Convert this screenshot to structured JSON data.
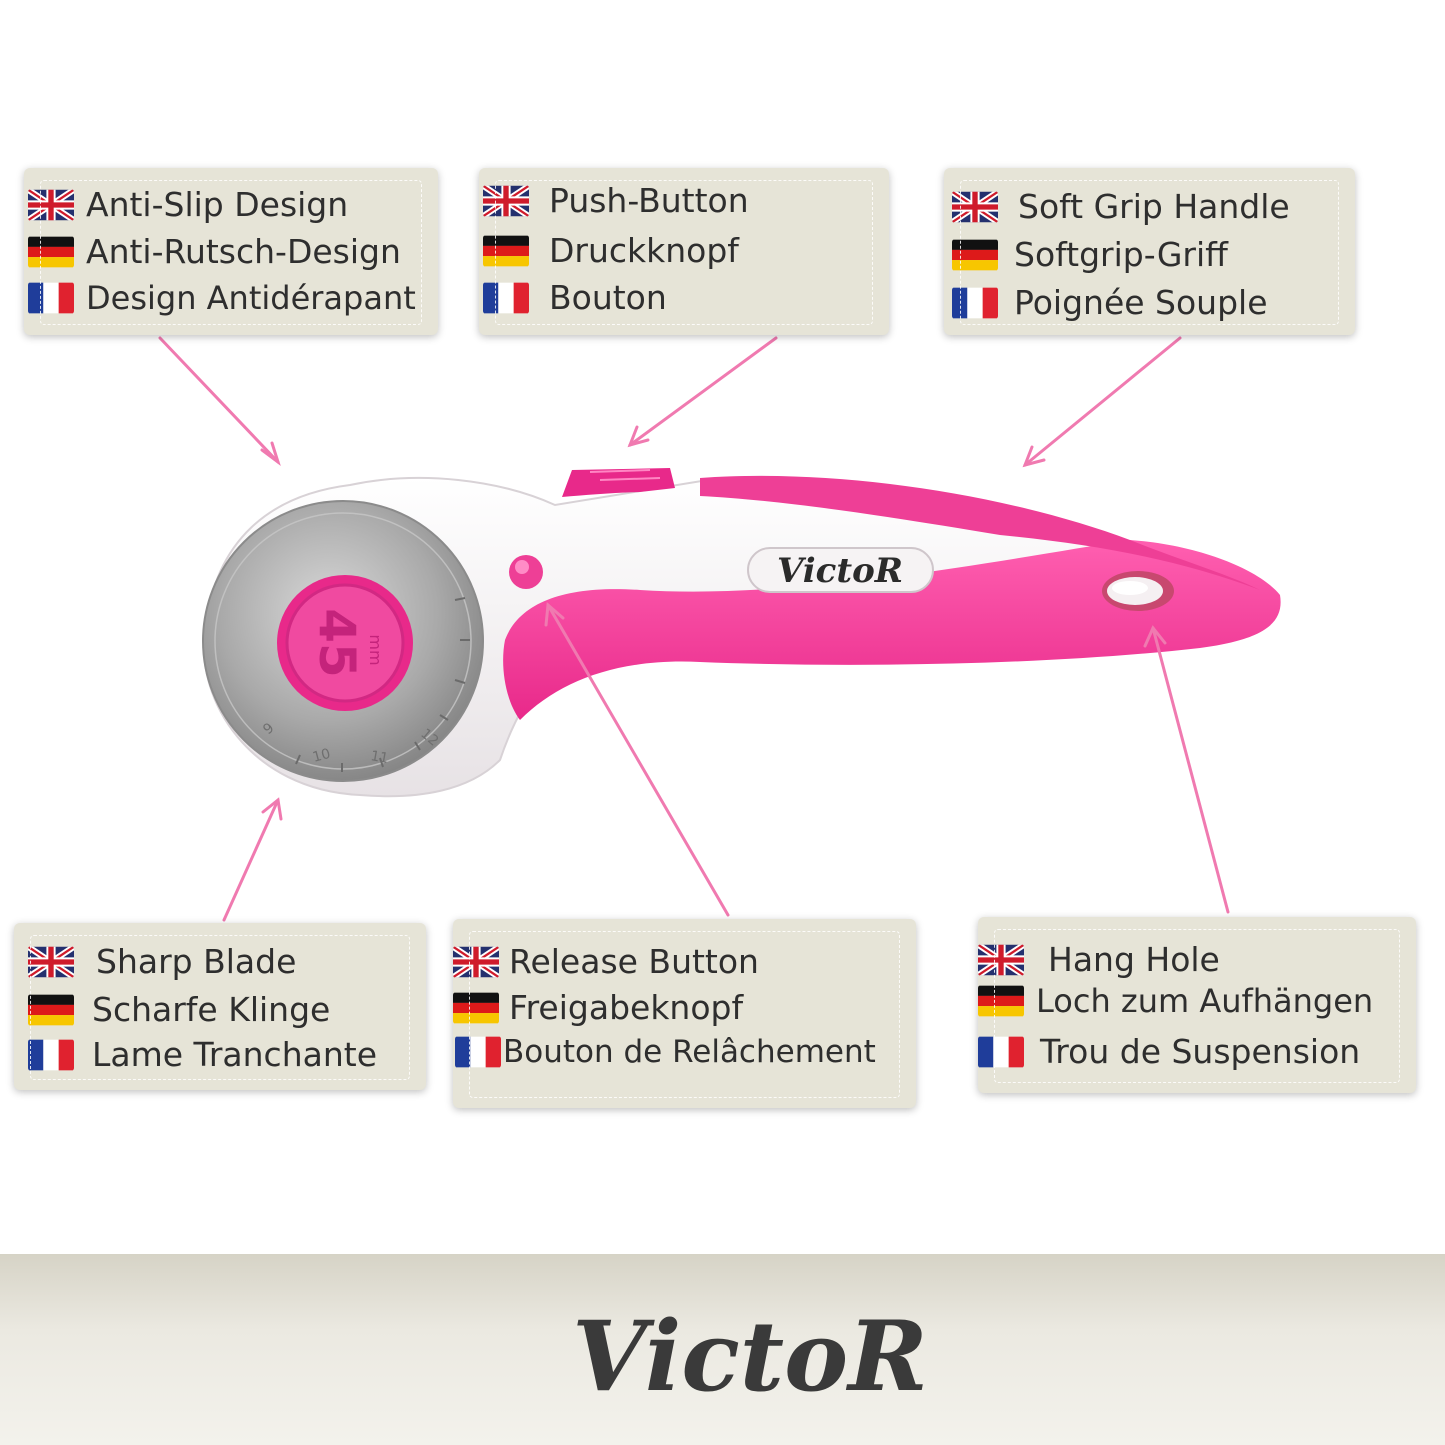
{
  "brand": {
    "name": "Victor",
    "logo_text": "VictoR",
    "colors": {
      "accent": "#ee3f96",
      "accent_light": "#f8a6cf",
      "card_bg": "#e6e4d7",
      "text": "#2e2e2e",
      "footer_bg": "#e3e1d8"
    }
  },
  "blade": {
    "size": "45",
    "unit": "mm",
    "scale_marks": [
      "9",
      "10",
      "11",
      "12"
    ]
  },
  "features": [
    {
      "id": "anti-slip",
      "items": [
        {
          "lang": "en",
          "flag": "uk-flag-icon",
          "text": "Anti-Slip Design"
        },
        {
          "lang": "de",
          "flag": "germany-flag-icon",
          "text": "Anti-Rutsch-Design"
        },
        {
          "lang": "fr",
          "flag": "france-flag-icon",
          "text": "Design Antidérapant"
        }
      ]
    },
    {
      "id": "push-button",
      "items": [
        {
          "lang": "en",
          "flag": "uk-flag-icon",
          "text": "Push-Button"
        },
        {
          "lang": "de",
          "flag": "germany-flag-icon",
          "text": "Druckknopf"
        },
        {
          "lang": "fr",
          "flag": "france-flag-icon",
          "text": "Bouton"
        }
      ]
    },
    {
      "id": "soft-grip",
      "items": [
        {
          "lang": "en",
          "flag": "uk-flag-icon",
          "text": "Soft Grip Handle"
        },
        {
          "lang": "de",
          "flag": "germany-flag-icon",
          "text": "Softgrip-Griff"
        },
        {
          "lang": "fr",
          "flag": "france-flag-icon",
          "text": "Poignée Souple"
        }
      ]
    },
    {
      "id": "sharp-blade",
      "items": [
        {
          "lang": "en",
          "flag": "uk-flag-icon",
          "text": "Sharp Blade"
        },
        {
          "lang": "de",
          "flag": "germany-flag-icon",
          "text": "Scharfe Klinge"
        },
        {
          "lang": "fr",
          "flag": "france-flag-icon",
          "text": "Lame Tranchante"
        }
      ]
    },
    {
      "id": "release-button",
      "items": [
        {
          "lang": "en",
          "flag": "uk-flag-icon",
          "text": "Release Button"
        },
        {
          "lang": "de",
          "flag": "germany-flag-icon",
          "text": "Freigabeknopf"
        },
        {
          "lang": "fr",
          "flag": "france-flag-icon",
          "text": "Bouton de Relâchement"
        }
      ]
    },
    {
      "id": "hang-hole",
      "items": [
        {
          "lang": "en",
          "flag": "uk-flag-icon",
          "text": "Hang Hole"
        },
        {
          "lang": "de",
          "flag": "germany-flag-icon",
          "text": "Loch zum Aufhängen"
        },
        {
          "lang": "fr",
          "flag": "france-flag-icon",
          "text": "Trou de Suspension"
        }
      ]
    }
  ]
}
